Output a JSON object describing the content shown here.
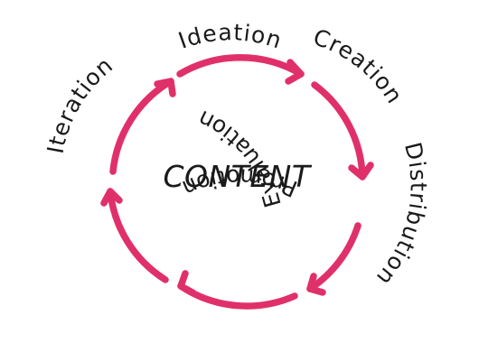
{
  "center": "CONTENT",
  "stages": [
    {
      "label": "Ideation"
    },
    {
      "label": "Creation"
    },
    {
      "label": "Distribution"
    },
    {
      "label": "Promotion"
    },
    {
      "label": "Evaluation"
    },
    {
      "label": "Iteration"
    }
  ],
  "colors": {
    "arrow": "#e0306a",
    "text": "#1a1a1a",
    "background": "#ffffff"
  }
}
